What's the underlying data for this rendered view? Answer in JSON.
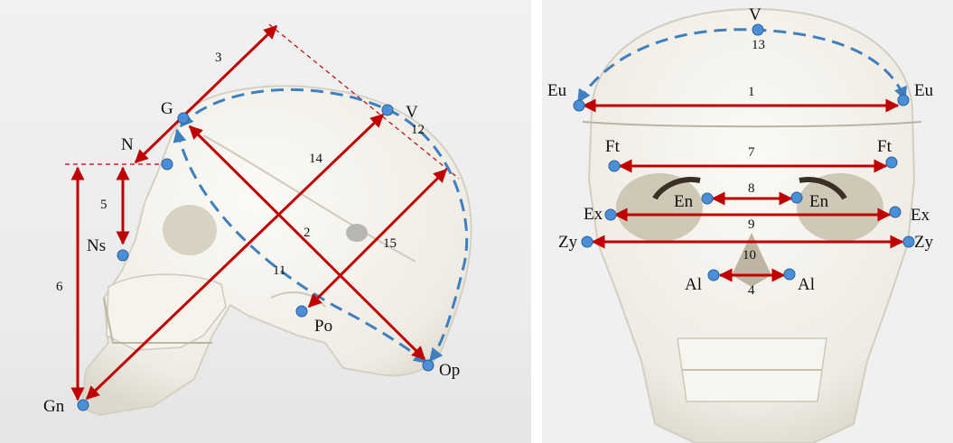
{
  "lateral_view": {
    "landmarks": {
      "G": "G",
      "N": "N",
      "Ns": "Ns",
      "Gn": "Gn",
      "V": "V",
      "Po": "Po",
      "Op": "Op"
    },
    "measurement_numbers": {
      "m2": "2",
      "m3": "3",
      "m5": "5",
      "m6": "6",
      "m11": "11",
      "m12": "12",
      "m14": "14",
      "m15": "15"
    }
  },
  "frontal_view": {
    "landmarks": {
      "V": "V",
      "Eu_left": "Eu",
      "Eu_right": "Eu",
      "Ft_left": "Ft",
      "Ft_right": "Ft",
      "En_left": "En",
      "En_right": "En",
      "Ex_left": "Ex",
      "Ex_right": "Ex",
      "Zy_left": "Zy",
      "Zy_right": "Zy",
      "Al_left": "Al",
      "Al_right": "Al"
    },
    "measurement_numbers": {
      "m1": "1",
      "m4": "4",
      "m7": "7",
      "m8": "8",
      "m9": "9",
      "m10": "10",
      "m13": "13"
    },
    "colors": {
      "measure_arrow": "#c00000",
      "arc": "#3f7fbf",
      "landmark": "#4a90d9"
    }
  }
}
